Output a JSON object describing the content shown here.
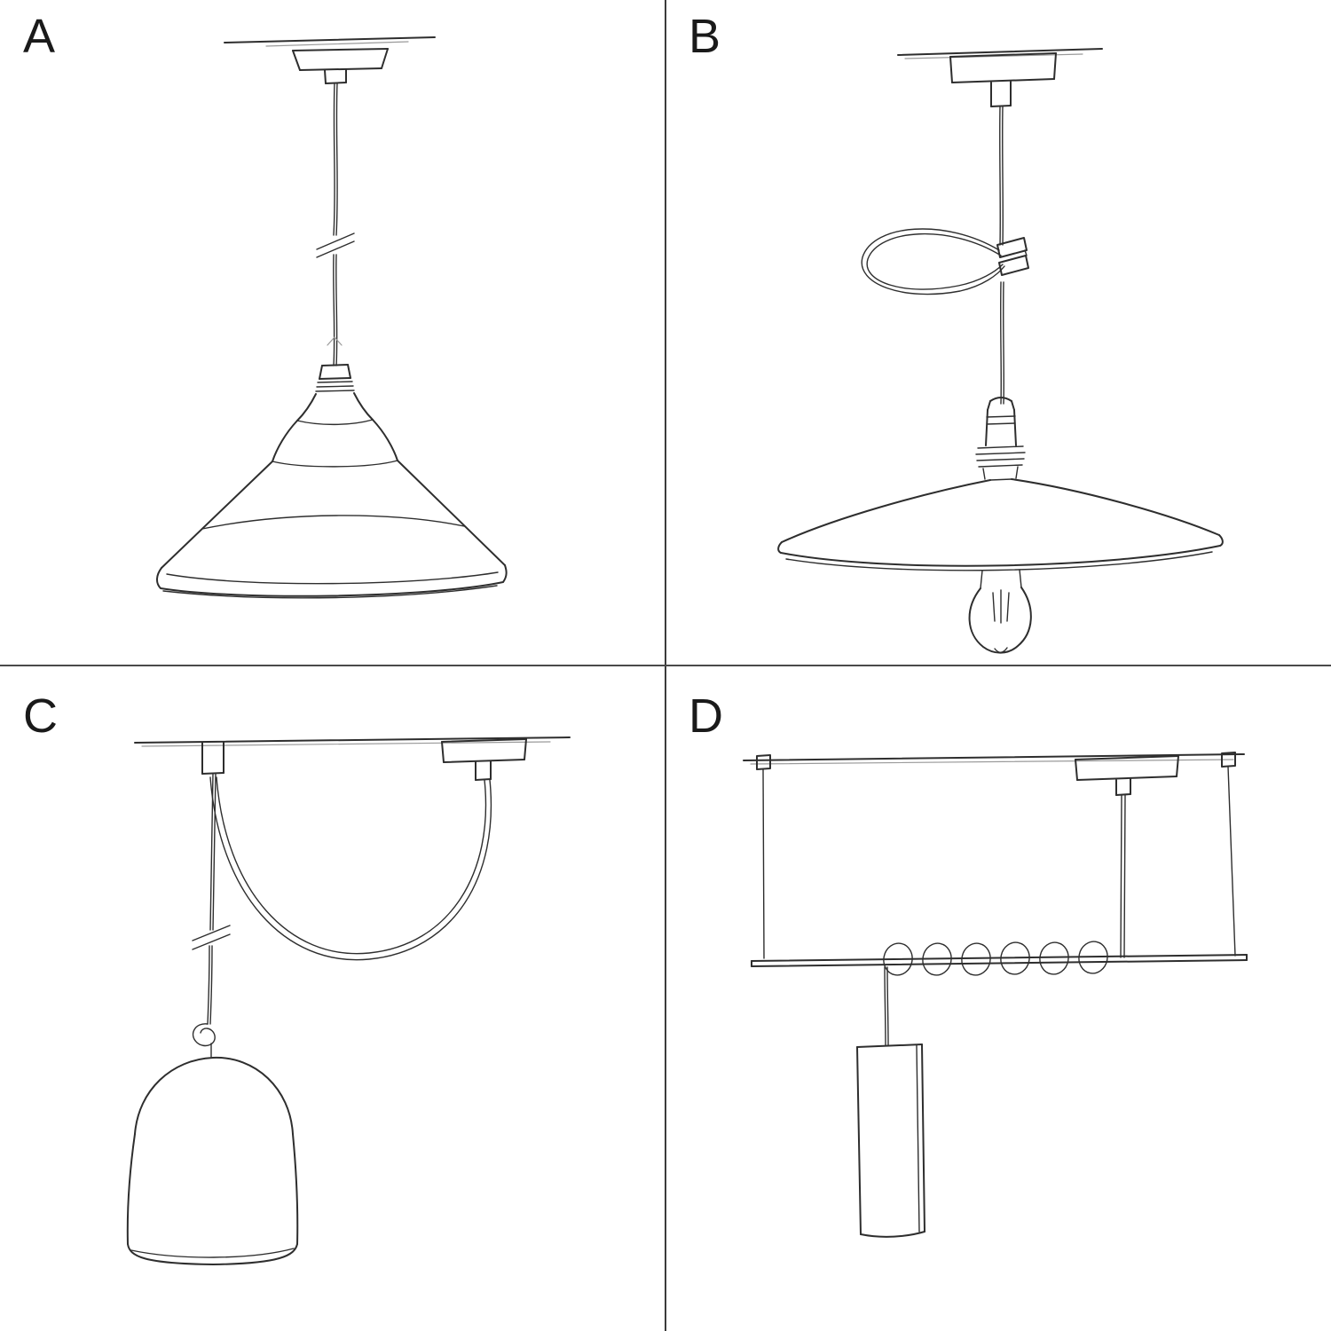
{
  "page": {
    "background": "#ffffff",
    "sketch_line_color": "#2e2e2e",
    "divider_color": "#3c3c3c"
  },
  "quadrants": [
    {
      "label": "A",
      "sketch": "pendant-with-bistro-shade"
    },
    {
      "label": "B",
      "sketch": "pendant-with-plate-shade-and-exposed-bulb"
    },
    {
      "label": "C",
      "sketch": "swag-pendant-with-hook-and-bell-shade"
    },
    {
      "label": "D",
      "sketch": "pendant-bar-with-wrapped-cord-and-tube-shade"
    }
  ]
}
